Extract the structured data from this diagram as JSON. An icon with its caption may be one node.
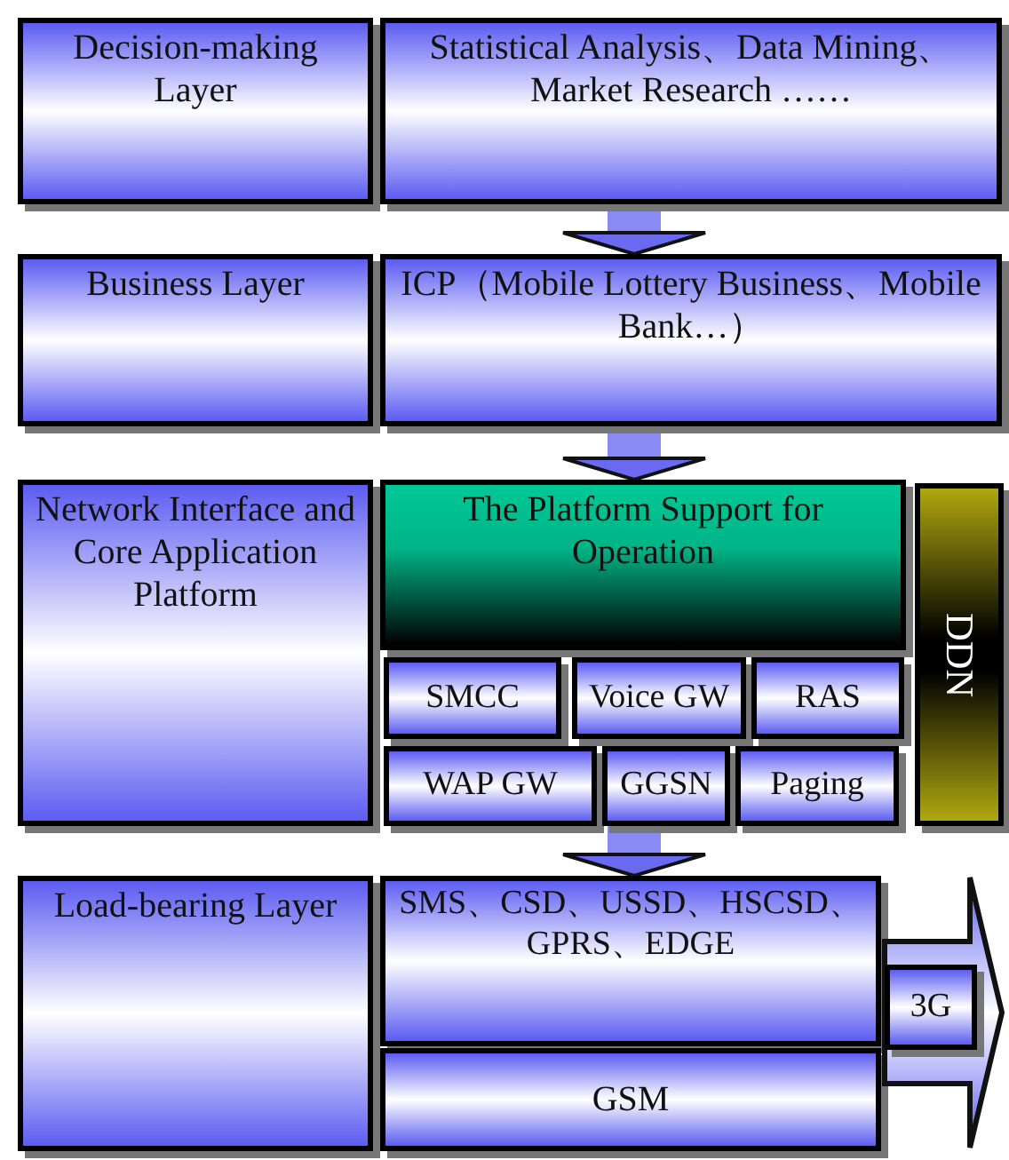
{
  "diagram": {
    "nodes": [
      {
        "text": [
          "Decision-making Layer"
        ]
      },
      {
        "text": [
          "Statistical Analysis、Data Mining、Market Research ……"
        ]
      },
      {
        "text": [
          "Business Layer"
        ]
      },
      {
        "text": [
          "ICP（Mobile Lottery Business、Mobile Bank…）"
        ]
      },
      {
        "text": [
          "Network Interface and Core Application Platform"
        ]
      },
      {
        "text": [
          "The Platform Support for Operation"
        ]
      },
      {
        "text": [
          "SMCC"
        ]
      },
      {
        "text": [
          "Voice GW"
        ]
      },
      {
        "text": [
          "RAS"
        ]
      },
      {
        "text": [
          "WAP GW"
        ]
      },
      {
        "text": [
          "GGSN"
        ]
      },
      {
        "text": [
          "Paging"
        ]
      },
      {
        "text": [
          "DDN"
        ]
      },
      {
        "text": [
          "Load-bearing Layer"
        ]
      },
      {
        "text": [
          "SMS、CSD、USSD、HSCSD、GPRS、EDGE"
        ]
      },
      {
        "text": [
          "GSM"
        ]
      },
      {
        "text": [],
        "shape": "arrow"
      },
      {
        "text": [
          "3G"
        ],
        "in": 16
      }
    ],
    "edges": [
      {
        "from": 1,
        "to": 3,
        "arrow": "to"
      },
      {
        "from": 3,
        "to": 5,
        "arrow": "to"
      },
      {
        "from": 10,
        "to": 14,
        "arrow": "to"
      }
    ]
  }
}
